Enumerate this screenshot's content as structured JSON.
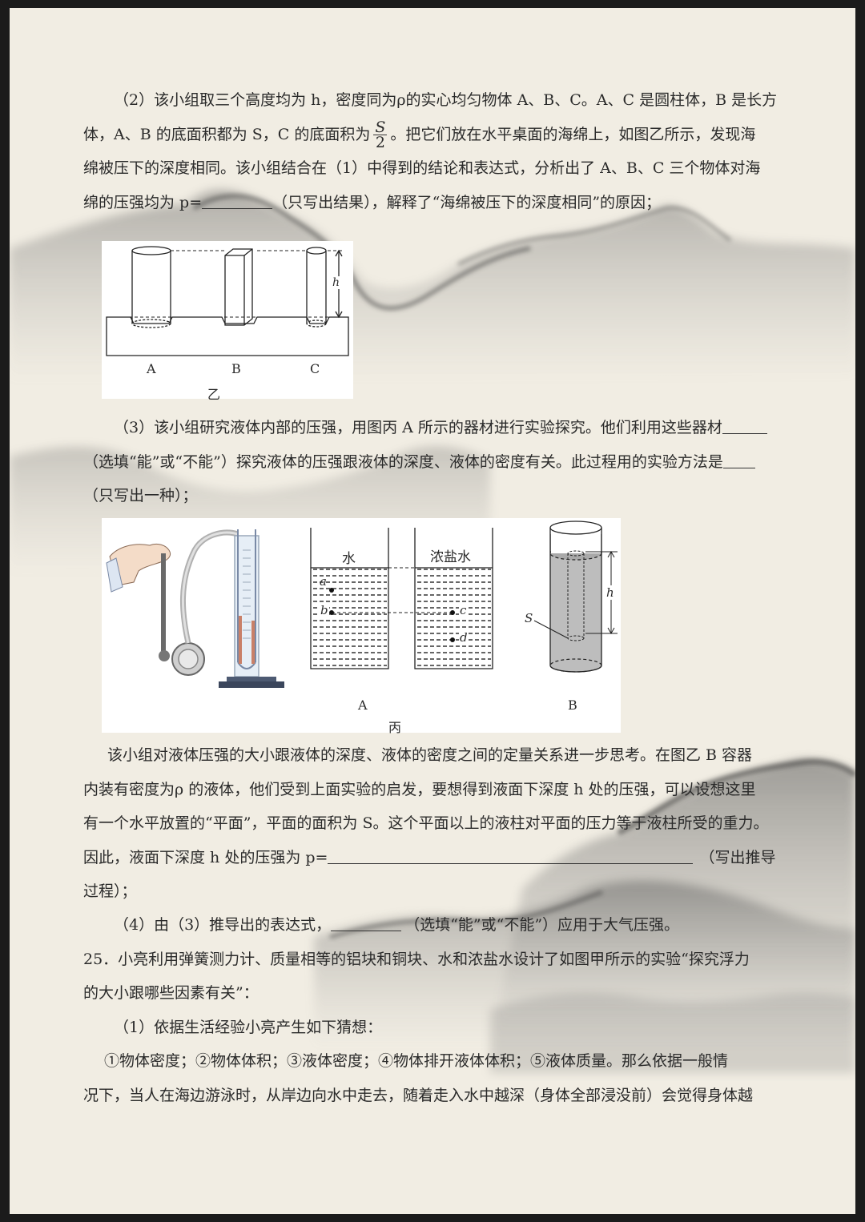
{
  "document": {
    "paragraphs": {
      "p2_line1": "（2）该小组取三个高度均为 h，密度同为ρ的实心均匀物体 A、B、C。A、C 是圆柱体，B 是长方",
      "p2_line2_pre": "体，A、B 的底面积都为 S，C 的底面积为",
      "frac_num": "S",
      "frac_den": "2",
      "p2_line2_post": "。把它们放在水平桌面的海绵上，如图乙所示，发现海",
      "p2_line3": "绵被压下的深度相同。该小组结合在（1）中得到的结论和表达式，分析出了 A、B、C 三个物体对海",
      "p2_line4_pre": "绵的压强均为 p=",
      "p2_line4_post": "（只写出结果），解释了“海绵被压下的深度相同”的原因；",
      "p3_line1": "（3）该小组研究液体内部的压强，用图丙 A 所示的器材进行实验探究。他们利用这些器材",
      "p3_line2": "（选填“能”或“不能”）探究液体的压强跟液体的深度、液体的密度有关。此过程用的实验方法是",
      "p3_line3": "（只写出一种）；",
      "p4_line1": "该小组对液体压强的大小跟液体的深度、液体的密度之间的定量关系进一步思考。在图乙 B 容器",
      "p4_line2": "内装有密度为ρ 的液体，他们受到上面实验的启发，要想得到液面下深度 h 处的压强，可以设想这里",
      "p4_line3": "有一个水平放置的“平面”，平面的面积为 S。这个平面以上的液柱对平面的压力等于液柱所受的重力。",
      "p4_line4_pre": "因此，液面下深度 h 处的压强为 p=",
      "p4_line4_post": "（写出推导",
      "p4_line5": "过程）；",
      "p5_line1_pre": "（4）由（3）推导出的表达式，",
      "p5_line1_post": "（选填“能”或“不能”）应用于大气压强。",
      "q25_line1": "25．小亮利用弹簧测力计、质量相等的铝块和铜块、水和浓盐水设计了如图甲所示的实验“探究浮力",
      "q25_line2": "的大小跟哪些因素有关”：",
      "q25_sub1": "（1）依据生活经验小亮产生如下猜想：",
      "q25_line3": "①物体密度；②物体体积；③液体密度；④物体排开液体体积；⑤液体质量。那么依据一般情",
      "q25_line4": "况下，当人在海边游泳时，从岸边向水中走去，随着走入水中越深（身体全部浸没前）会觉得身体越"
    },
    "figure_yi": {
      "label_A": "A",
      "label_B": "B",
      "label_C": "C",
      "label_h": "h",
      "caption": "乙"
    },
    "figure_bing": {
      "label_water": "水",
      "label_brine": "浓盐水",
      "pt_a": "a",
      "pt_b": "b",
      "pt_c": "c",
      "pt_d": "d",
      "label_A": "A",
      "label_B": "B",
      "label_S": "S",
      "label_h": "h",
      "caption": "丙"
    }
  },
  "colors": {
    "paper": "#f1ede3",
    "frame": "#1b1b1b",
    "ink": "#2a2a2a",
    "mountain_ink": "#6f6f6f",
    "liquid_gray": "#b8b8b8",
    "manometer_liquid": "#c98068"
  }
}
